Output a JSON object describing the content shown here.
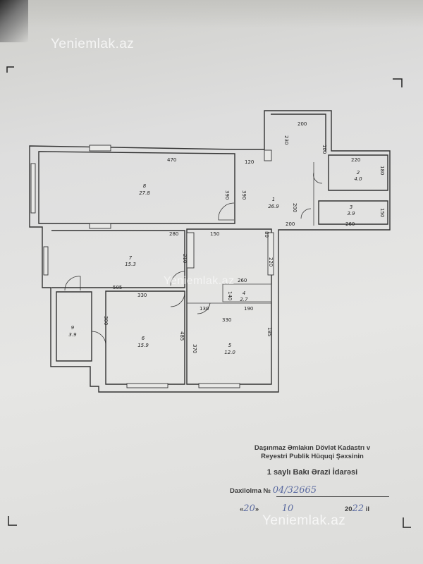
{
  "watermark": "Yeniemlak.az",
  "floor_plan": {
    "rooms": [
      {
        "number": "1",
        "area": "26.9"
      },
      {
        "number": "2",
        "area": "4.0"
      },
      {
        "number": "3",
        "area": "3.9"
      },
      {
        "number": "4",
        "area": "2.7"
      },
      {
        "number": "5",
        "area": "12.0"
      },
      {
        "number": "6",
        "area": "15.9"
      },
      {
        "number": "7",
        "area": "15.3"
      },
      {
        "number": "8",
        "area": "27.8"
      },
      {
        "number": "9",
        "area": "3.9"
      }
    ],
    "dimensions": [
      "470",
      "120",
      "200",
      "220",
      "200",
      "260",
      "280",
      "150",
      "505",
      "330",
      "260",
      "130",
      "190",
      "330",
      "390",
      "390",
      "210",
      "180",
      "150",
      "220",
      "80",
      "140",
      "185",
      "485",
      "370",
      "300",
      "230",
      "200",
      "100"
    ]
  },
  "stamp": {
    "line1": "Daşınmaz Əmlakın Dövlət Kadastrı v",
    "line2": "Reyestri Publik Hüquqi Şəxsinin",
    "office": "1 saylı Bakı Ərazi İdarəsi",
    "entry_label": "Daxilolma №",
    "entry_number": "04/32665",
    "day": "20",
    "month": "10",
    "year_prefix": "20",
    "year_suffix": "22",
    "year_unit": "il"
  }
}
